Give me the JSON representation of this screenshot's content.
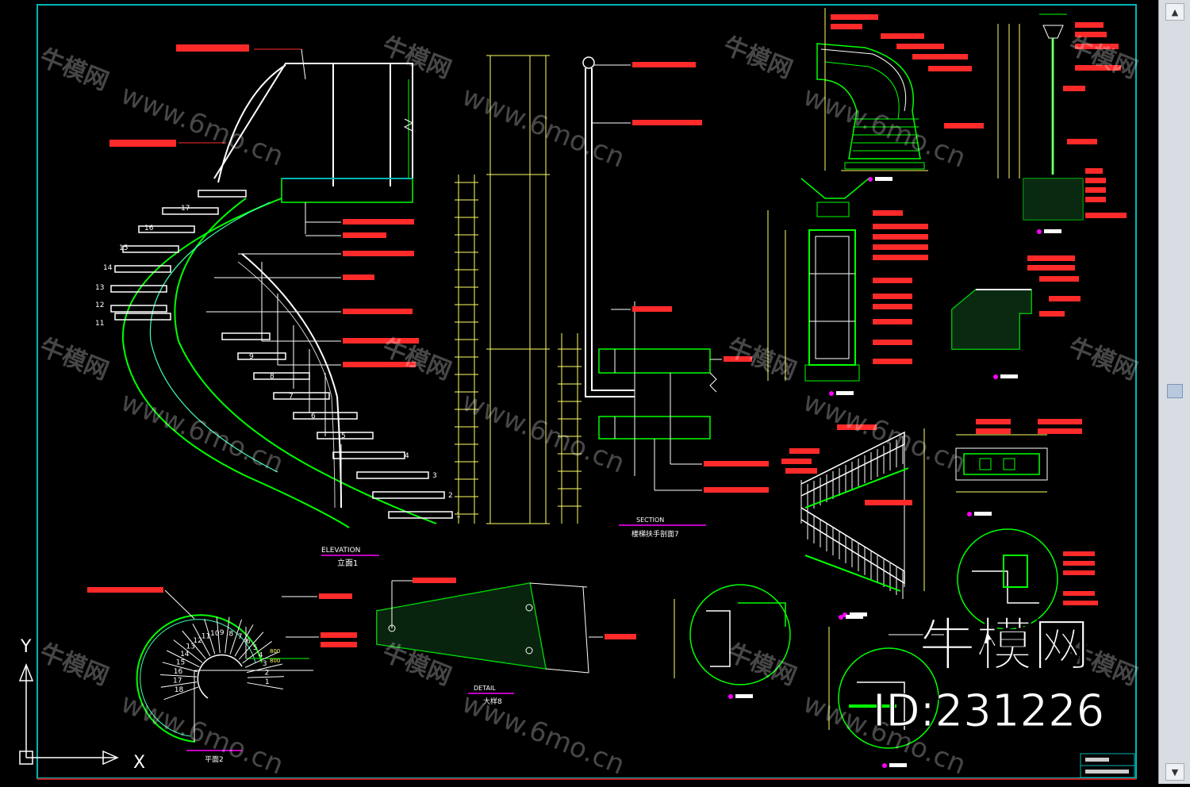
{
  "drawing": {
    "elevation_title": "ELEVATION",
    "elevation_subtitle": "立面1",
    "section_title": "SECTION",
    "section_subtitle": "楼梯扶手剖面7",
    "detail_title": "DETAIL",
    "detail_subtitle": "大样8",
    "plan_subtitle": "平面2",
    "stair_steps_left": [
      "17",
      "16",
      "15",
      "14",
      "13",
      "12",
      "11"
    ],
    "stair_steps_right": [
      "9",
      "8",
      "7",
      "6",
      "5",
      "4",
      "3",
      "2",
      "1"
    ],
    "plan_steps": [
      "1",
      "2",
      "3",
      "4",
      "5",
      "6",
      "7",
      "8",
      "9",
      "10",
      "11",
      "12",
      "13",
      "14",
      "15",
      "16",
      "17",
      "18"
    ],
    "plan_dims": [
      "800",
      "800"
    ],
    "ucs_x": "X",
    "ucs_y": "Y"
  },
  "watermark": {
    "brand": "牛模网",
    "url": "www.6mo.cn",
    "id_label": "ID:231226"
  },
  "colors": {
    "background": "#000000",
    "frame": "#00b4b4",
    "geometry": "#00ff00",
    "geometry_alt": "#40ffb0",
    "outline": "#ffffff",
    "annotation": "#ff2a2a",
    "dimension": "#ffff66",
    "magenta": "#ff00ff"
  },
  "scrollbar": {
    "up_icon": "▲",
    "down_icon": "▼"
  }
}
